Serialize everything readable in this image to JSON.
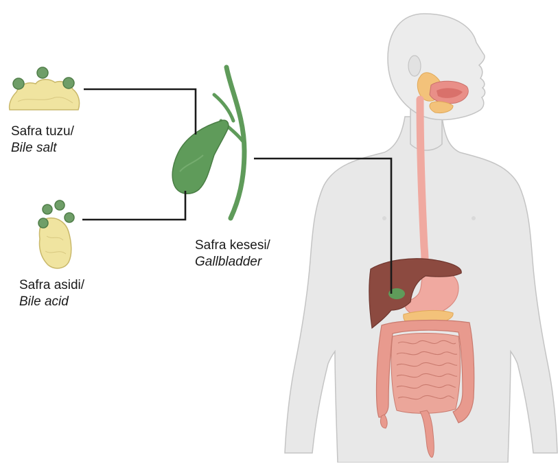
{
  "labels": {
    "bile_salt": {
      "tr": "Safra tuzu/",
      "en": "Bile salt"
    },
    "bile_acid": {
      "tr": "Safra asidi/",
      "en": "Bile acid"
    },
    "gallbladder": {
      "tr": "Safra kesesi/",
      "en": "Gallbladder"
    }
  },
  "colors": {
    "bile_yellow": "#f0e4a0",
    "bile_green": "#6f9e68",
    "gallbladder_green": "#5f9b5a",
    "body_gray": "#e6e6e6",
    "body_outline": "#bdbdbd",
    "liver": "#8c4a40",
    "intestine": "#e89a8e",
    "esophagus": "#f0a9a0",
    "connector": "#1a1a1a"
  }
}
